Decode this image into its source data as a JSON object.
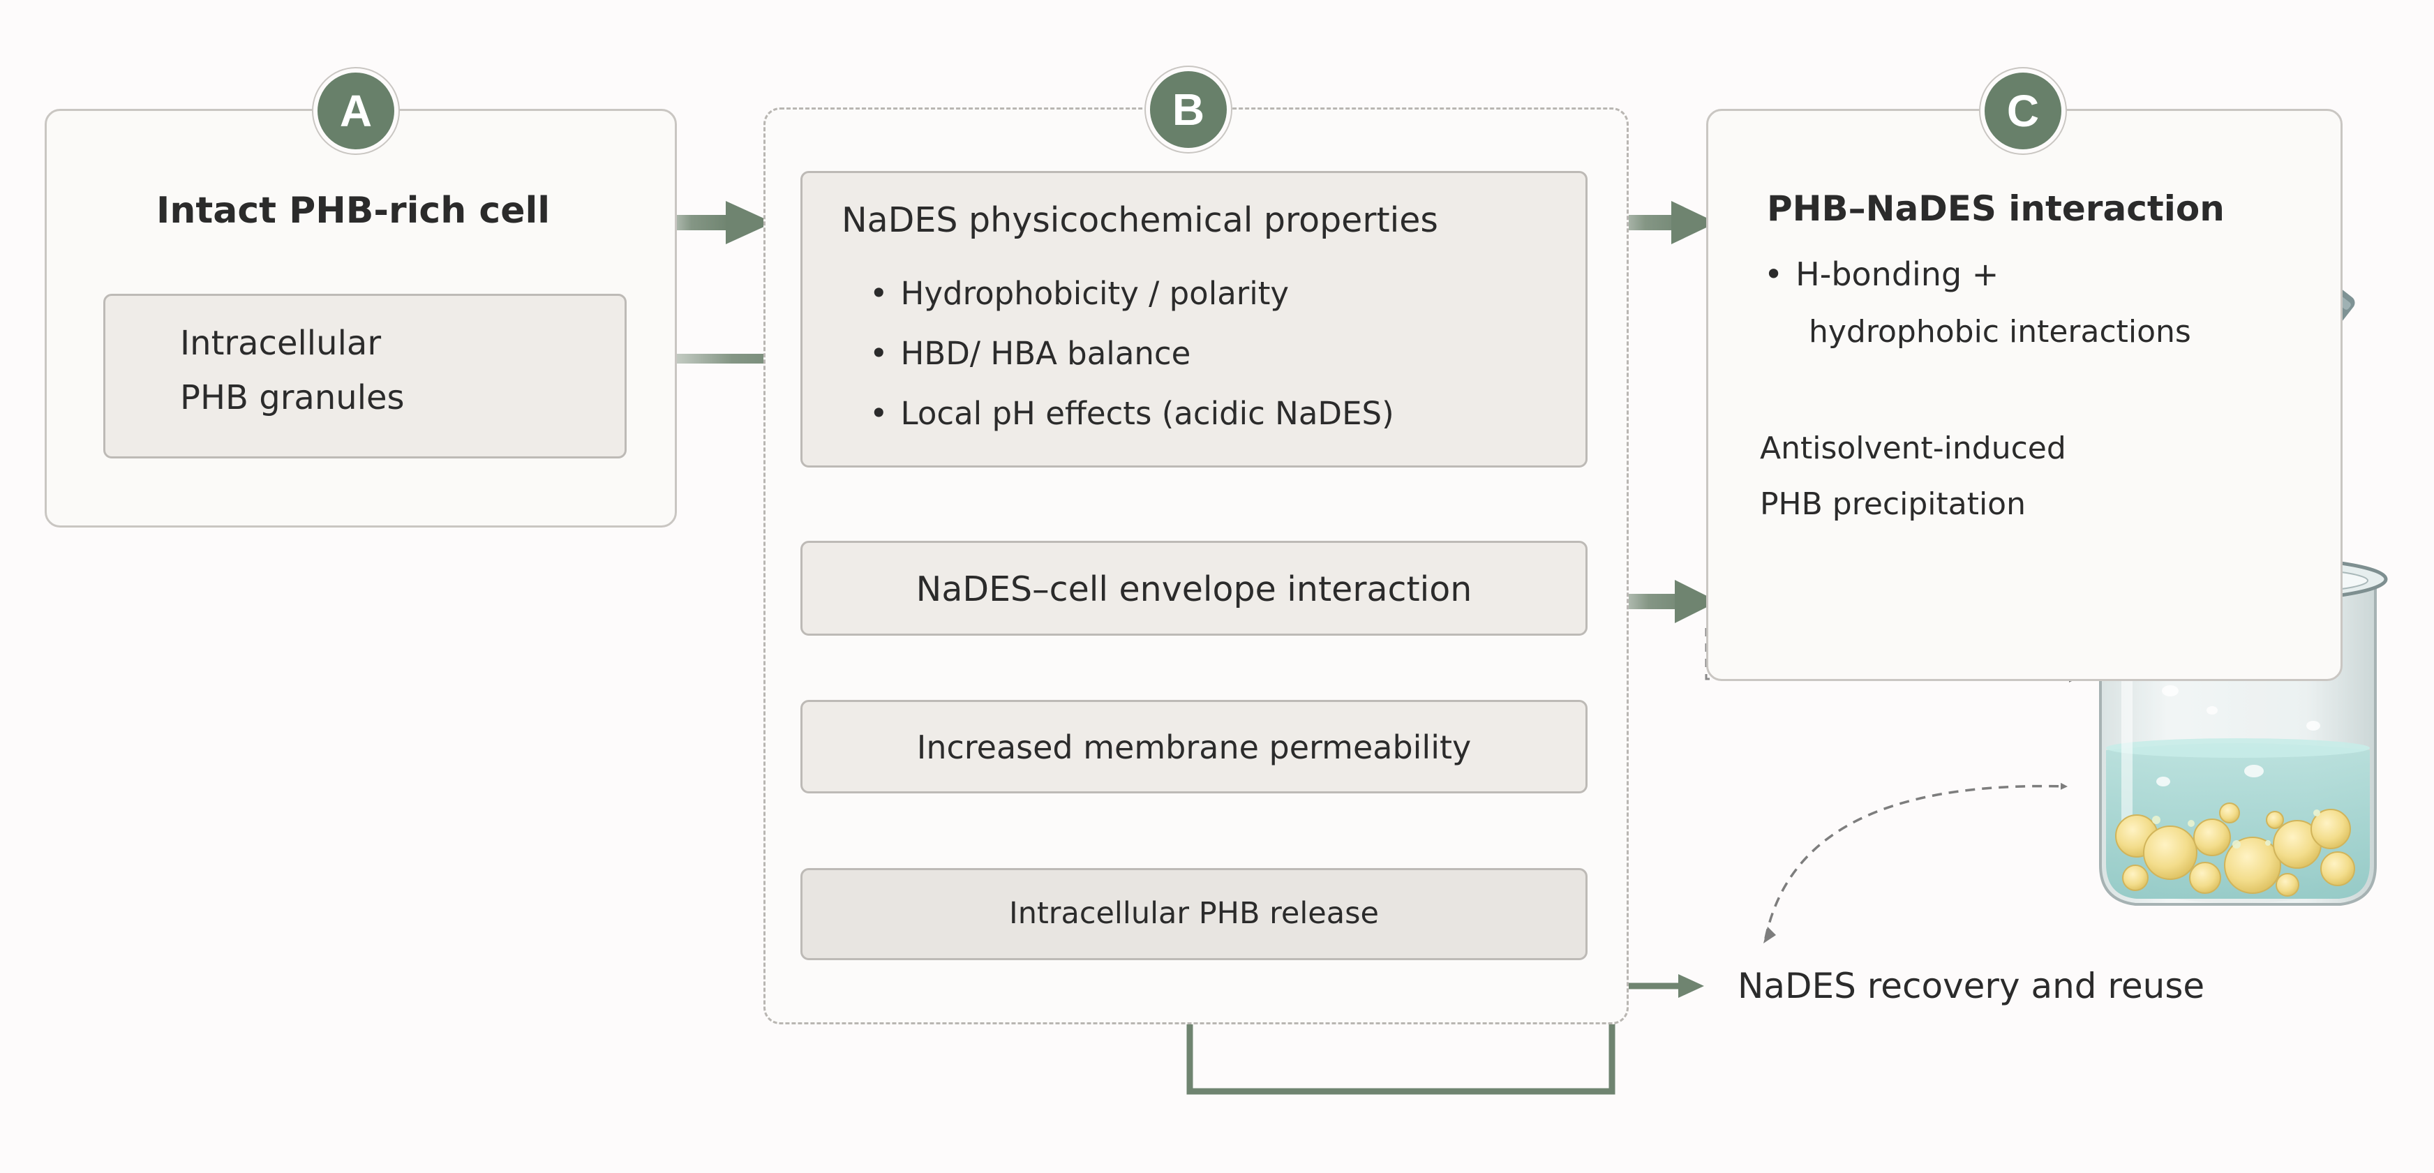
{
  "panel_a": {
    "badge": "A",
    "title": "Intact PHB-rich cell",
    "granules_label_line1": "Intracellular",
    "granules_label_line2": "PHB granules"
  },
  "panel_b": {
    "badge": "B",
    "properties_title": "NaDES physicochemical properties",
    "properties_bullets": [
      "Hydrophobicity / polarity",
      "HBD/ HBA balance",
      "Local pH effects (acidic NaDES)"
    ],
    "step_envelope": "NaDES–cell envelope interaction",
    "step_permeability": "Increased membrane permeability",
    "step_release": "Intracellular PHB release"
  },
  "panel_c": {
    "badge": "C",
    "title": "PHB–NaDES interaction",
    "bullet_line1": "H-bonding +",
    "bullet_line2": "hydrophobic interactions",
    "precip_line1": "Antisolvent-induced",
    "precip_line2": "PHB precipitation"
  },
  "recovery": "NaDES recovery and reuse",
  "colors": {
    "arrow": "#6f8470",
    "badge": "#68806a",
    "granule": "#f3dd8c",
    "liquid": "#a9d6d2"
  }
}
